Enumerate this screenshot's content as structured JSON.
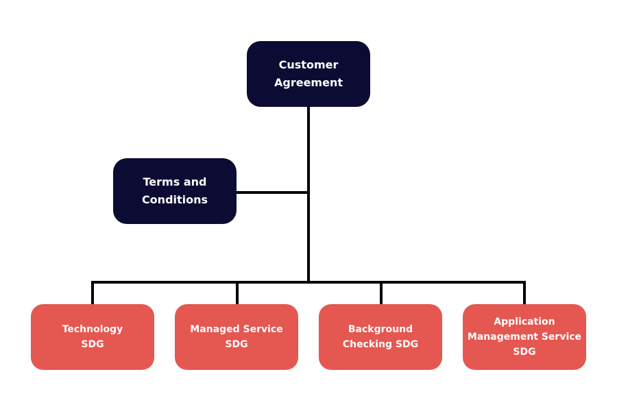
{
  "colors": {
    "dark_box": "#0b0b33",
    "red_box": "#e55751",
    "connector": "#000000",
    "text": "#ffffff"
  },
  "nodes": {
    "customer_agreement": "Customer\nAgreement",
    "terms_and_conditions": "Terms and\nConditions",
    "technology_sdg": "Technology\nSDG",
    "managed_service_sdg": "Managed Service\nSDG",
    "background_checking_sdg": "Background\nChecking SDG",
    "application_management_service_sdg": "Application\nManagement Service\nSDG"
  }
}
